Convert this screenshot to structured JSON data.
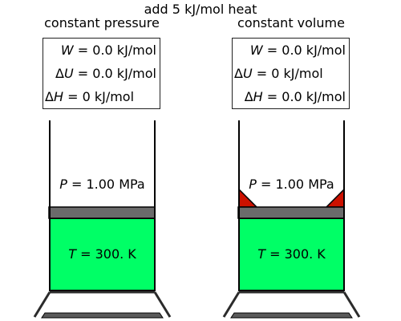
{
  "title": "add 5 kJ/mol heat",
  "panels": [
    {
      "name": "constant pressure",
      "lines": [
        {
          "sym": "W",
          "prefix": "",
          "value": "0.0 kJ/mol"
        },
        {
          "sym": "U",
          "prefix": "Δ",
          "value": "0.0 kJ/mol"
        },
        {
          "sym": "H",
          "prefix": "Δ",
          "value": "0 kJ/mol"
        }
      ],
      "pressure": {
        "sym": "P",
        "value": "1.00 MPa"
      },
      "temperature": {
        "sym": "T",
        "value": "300. K"
      },
      "stops": false
    },
    {
      "name": "constant volume",
      "lines": [
        {
          "sym": "W",
          "prefix": "",
          "value": "0.0 kJ/mol"
        },
        {
          "sym": "U",
          "prefix": "Δ",
          "value": "0 kJ/mol"
        },
        {
          "sym": "H",
          "prefix": "Δ",
          "value": "0.0 kJ/mol"
        }
      ],
      "pressure": {
        "sym": "P",
        "value": "1.00 MPa"
      },
      "temperature": {
        "sym": "T",
        "value": "300. K"
      },
      "stops": true
    }
  ],
  "colors": {
    "gas": "#00ff66",
    "piston": "#6b6b6b",
    "stop": "#cc1100",
    "wall": "#000000",
    "stand": "#2b2b2b"
  }
}
